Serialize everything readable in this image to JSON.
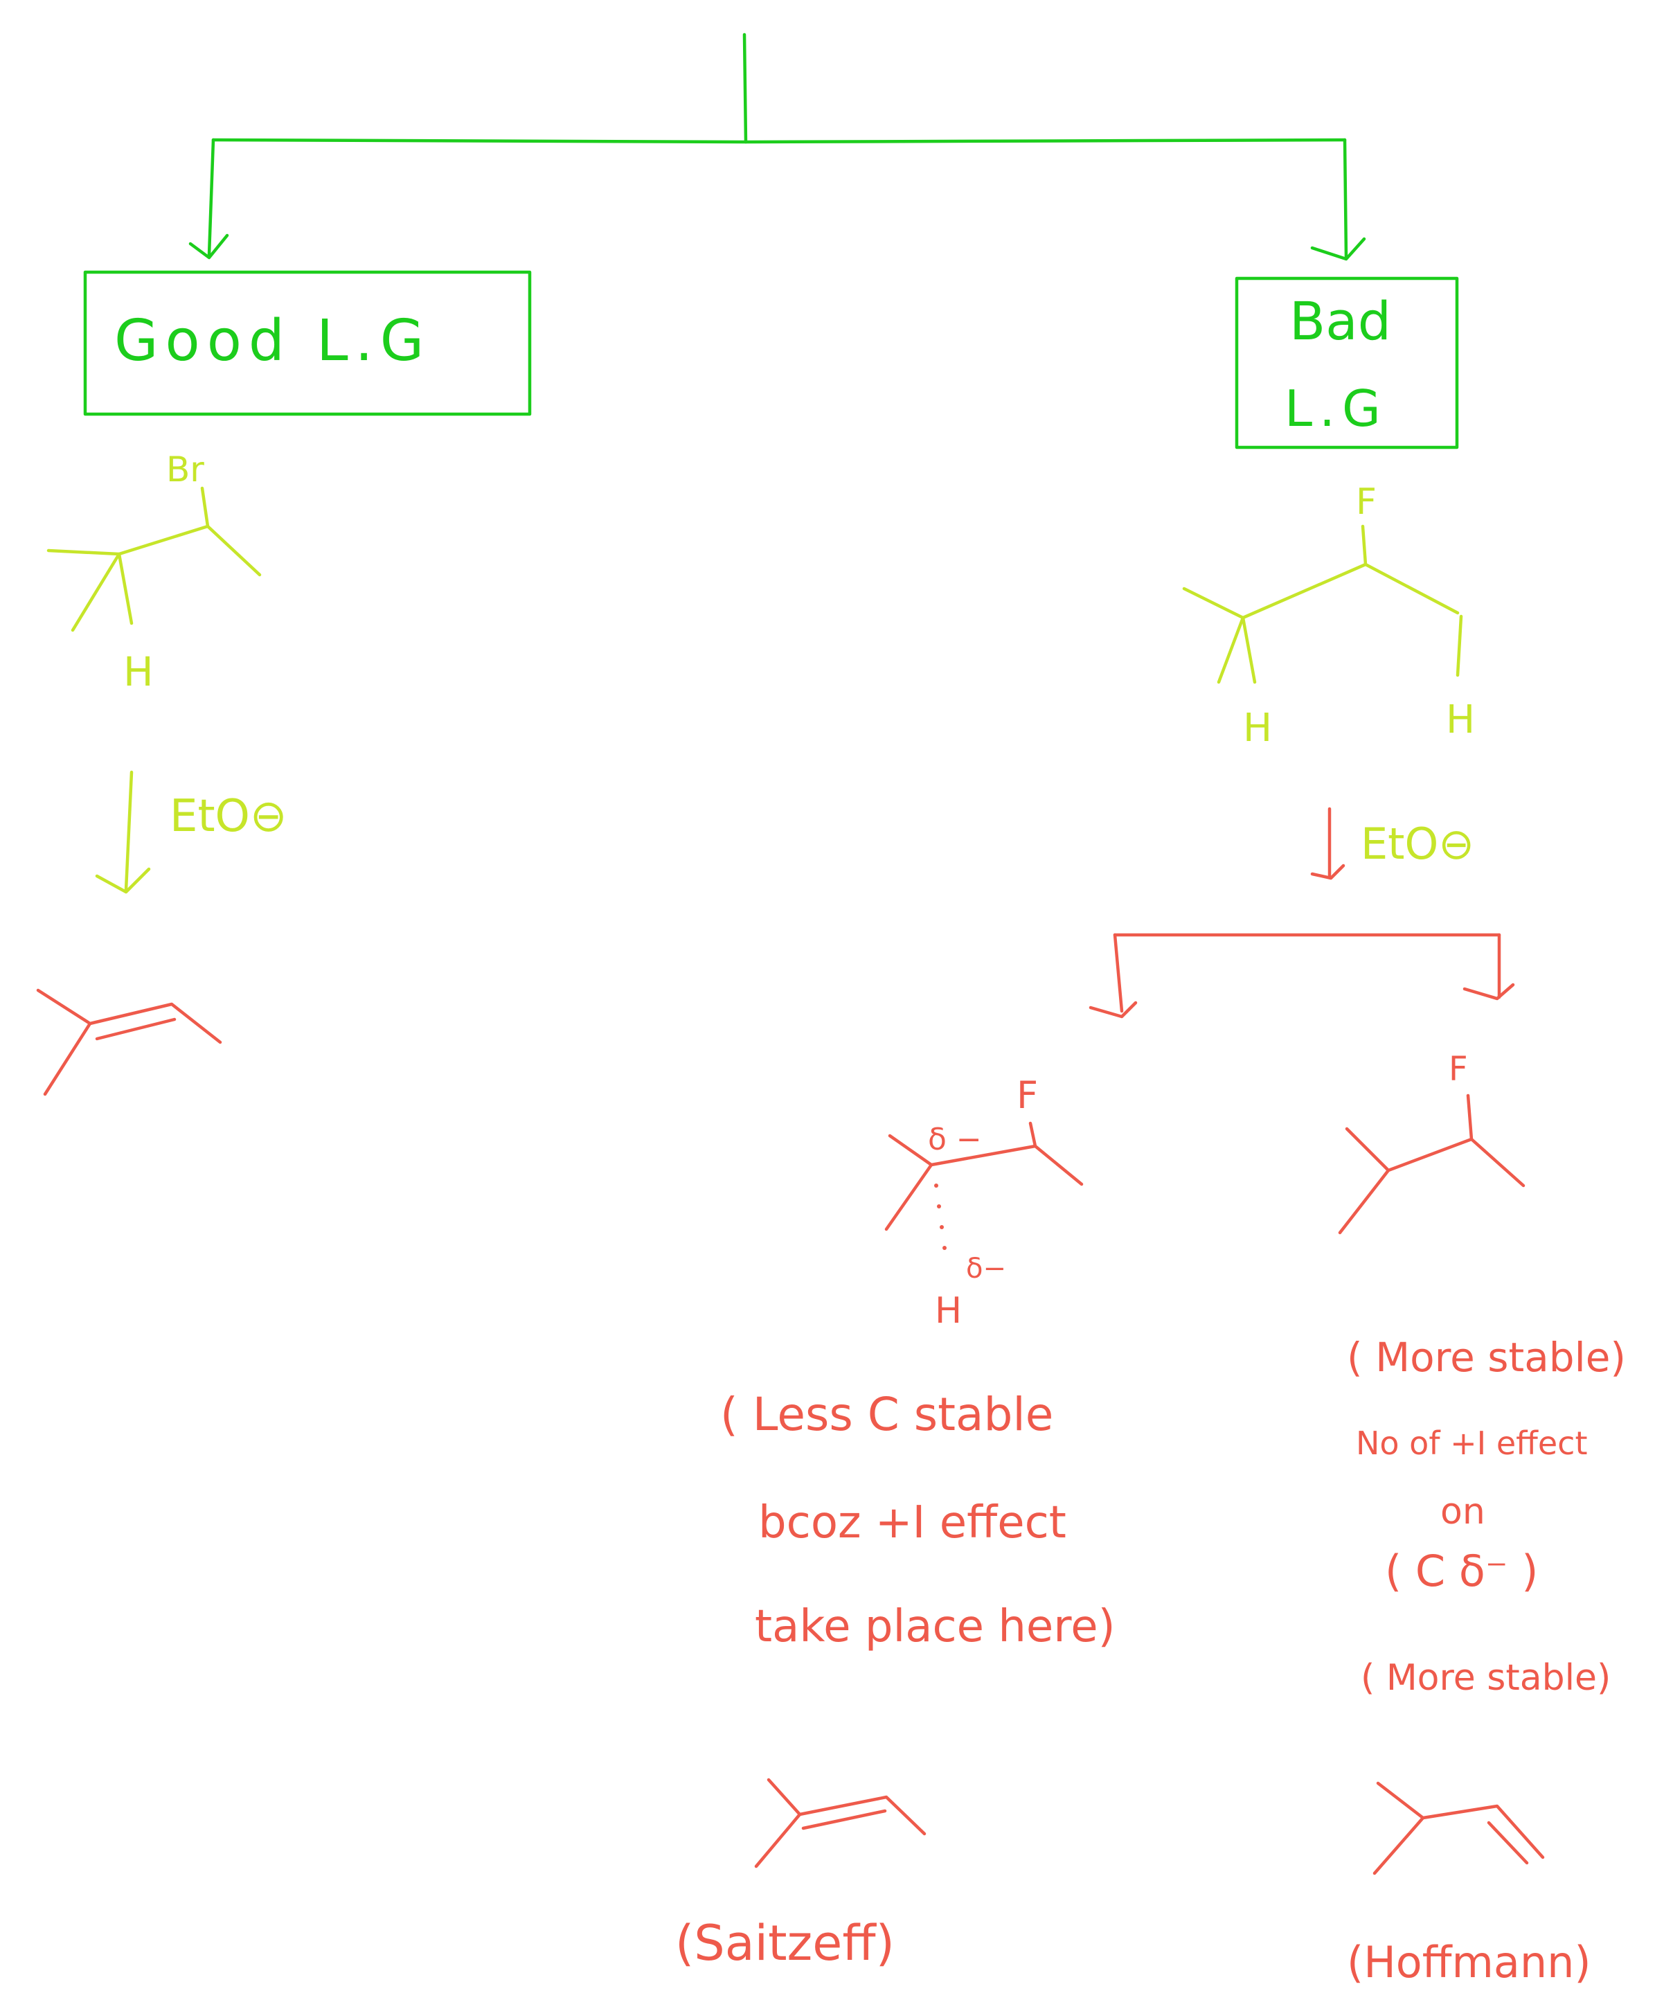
{
  "colors": {
    "green": "#1ccd1c",
    "lime": "#c6e52a",
    "red": "#ee5a4b",
    "background": "#ffffff"
  },
  "boxes": {
    "good_lg": "Good L.G",
    "bad_lg_line1": "Bad",
    "bad_lg_line2": "L.G"
  },
  "left_branch": {
    "leaving_atom": "Br",
    "hydrogen": "H",
    "reagent": "EtO⊖"
  },
  "right_branch": {
    "leaving_atom": "F",
    "hydrogen_left": "H",
    "hydrogen_right": "H",
    "reagent": "EtO⊖"
  },
  "carbanion_left": {
    "fluorine": "F",
    "delta_carbon": "δ −",
    "hydrogen": "H",
    "delta_h": "δ−",
    "note_line1": "( Less C  stable",
    "note_line2": "bcoz  +I  effect",
    "note_line3": "take  place  here)"
  },
  "carbanion_right": {
    "fluorine": "F",
    "note_line1": "( More  stable)",
    "note_line2": "No of +I effect",
    "note_line3": "on",
    "note_line4": "( C  δ⁻ )",
    "note_line5": "( More  stable)"
  },
  "products": {
    "saytzeff": "(Saitzeff)",
    "hofmann": "(Hoffmann)"
  }
}
